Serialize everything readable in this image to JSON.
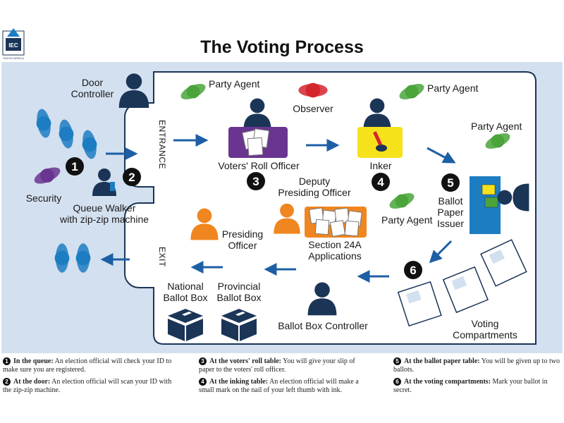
{
  "title": "The Voting Process",
  "logo": {
    "mark": "IEC",
    "country": "SOUTH AFRICA"
  },
  "labels": {
    "door_controller": [
      "Door",
      "Controller"
    ],
    "security": "Security",
    "queue_walker": [
      "Queue Walker",
      "with zip-zip machine"
    ],
    "entrance": "ENTRANCE",
    "exit": "EXIT",
    "party_agent": "Party Agent",
    "observer": "Observer",
    "voters_roll_officer": "Voters' Roll Officer",
    "inker": "Inker",
    "deputy_presiding_officer": [
      "Deputy",
      "Presiding Officer"
    ],
    "section_24a": [
      "Section 24A",
      "Applications"
    ],
    "presiding_officer": [
      "Presiding",
      "Officer"
    ],
    "ballot_paper_issuer": [
      "Ballot",
      "Paper",
      "Issuer"
    ],
    "national_ballot_box": [
      "National",
      "Ballot Box"
    ],
    "provincial_ballot_box": [
      "Provincial",
      "Ballot Box"
    ],
    "ballot_box_controller": "Ballot Box Controller",
    "voting_compartments": [
      "Voting",
      "Compartments"
    ]
  },
  "step_numbers": [
    "1",
    "2",
    "3",
    "4",
    "5",
    "6"
  ],
  "steps": [
    {
      "num": "1",
      "head": "In the queue:",
      "text": "An election official will check your ID to make sure you are registered."
    },
    {
      "num": "2",
      "head": "At the door:",
      "text": "An election official will scan your ID with the zip-zip machine."
    },
    {
      "num": "3",
      "head": "At the voters' roll table:",
      "text": "You will give your slip of paper to the voters' roll officer."
    },
    {
      "num": "4",
      "head": "At the inking table:",
      "text": "An election official will make a small mark on the nail of your left thumb with ink."
    },
    {
      "num": "5",
      "head": "At the ballot paper table:",
      "text": "You will be given up to two ballots."
    },
    {
      "num": "6",
      "head": "At the voting compartments:",
      "text": "Mark your ballot in secret."
    }
  ],
  "colors": {
    "navy": "#1b3557",
    "blue": "#1d7dc2",
    "green": "#4aa43b",
    "red": "#d5262d",
    "orange": "#f0861f",
    "purple": "#6a3590",
    "yellow": "#f5e21b",
    "panel": "#d3e0ef",
    "arrow": "#1d5fa5"
  }
}
